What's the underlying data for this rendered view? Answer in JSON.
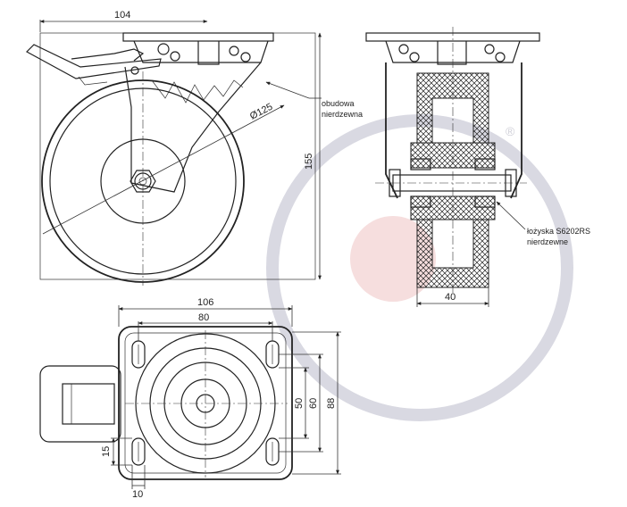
{
  "side_view": {
    "width_dim": "104",
    "height_dim": "155",
    "wheel_dia": "Ø125",
    "housing_note": [
      "obudowa",
      "nierdzewna"
    ]
  },
  "front_view": {
    "width_dim": "40",
    "bearing_note": [
      "łożyska S6202RS",
      "nierdzewne"
    ]
  },
  "top_view": {
    "plate_width": "106",
    "hole_spacing_x": "80",
    "hole_spacing_y": "50",
    "slot_outer": "60",
    "plate_depth": "88",
    "slot_length": "15",
    "slot_width": "10"
  },
  "watermark": {
    "registered": "®"
  }
}
